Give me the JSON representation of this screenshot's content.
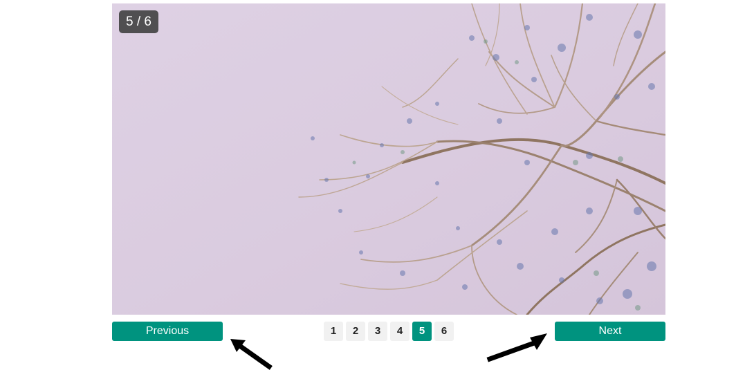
{
  "slider": {
    "counter": "5 / 6",
    "current": 5,
    "total": 6
  },
  "navigation": {
    "previous_label": "Previous",
    "next_label": "Next"
  },
  "pagination": {
    "pages": [
      "1",
      "2",
      "3",
      "4",
      "5",
      "6"
    ],
    "active": "5"
  },
  "colors": {
    "accent": "#00937f",
    "page_background": "#f1f1f1",
    "counter_background": "#3c3c3c",
    "arrow": "#000000"
  },
  "icons": {
    "previous_pointer": "arrow-up-left-icon",
    "next_pointer": "arrow-up-right-icon"
  }
}
